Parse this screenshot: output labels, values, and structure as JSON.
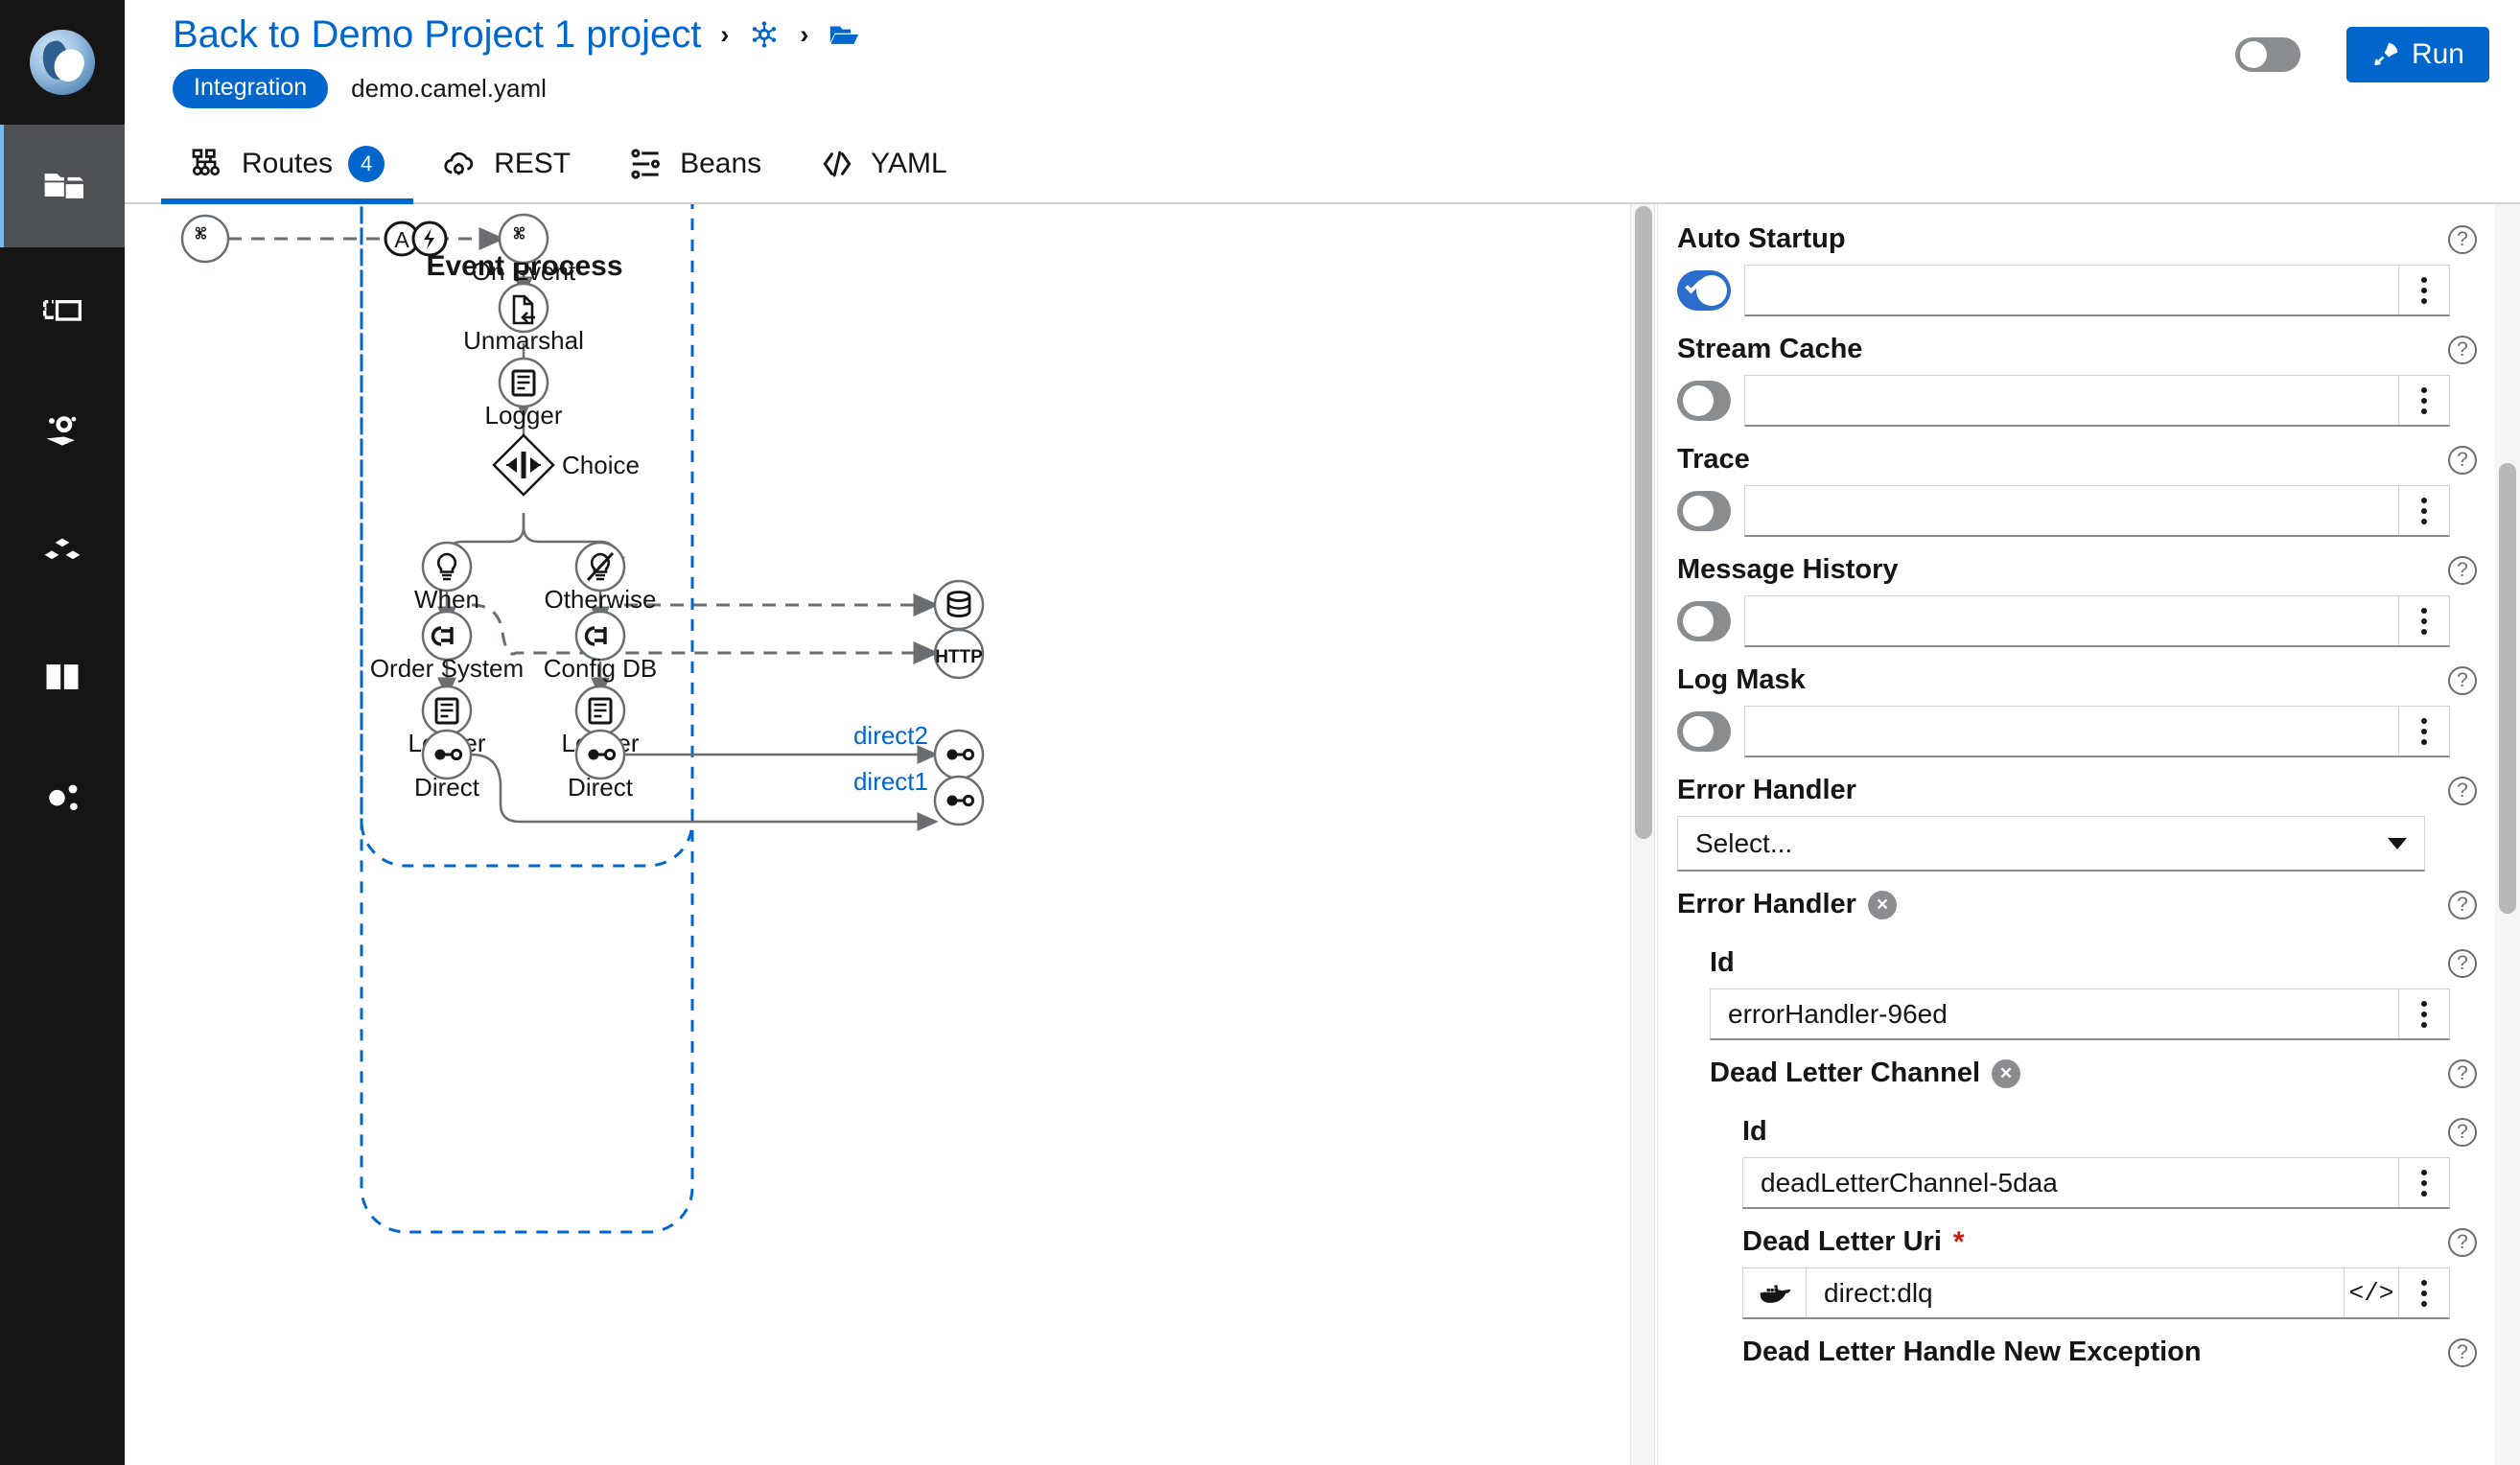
{
  "rail": {
    "logo_name": "camel-logo",
    "items": [
      {
        "name": "projects-icon",
        "active": true
      },
      {
        "name": "integrations-icon",
        "active": false
      },
      {
        "name": "configuration-icon",
        "active": false
      },
      {
        "name": "blocks-icon",
        "active": false
      },
      {
        "name": "knowledgebase-icon",
        "active": false
      },
      {
        "name": "settings-icon",
        "active": false
      }
    ]
  },
  "header": {
    "back_link": "Back to Demo Project 1 project",
    "separator": "›",
    "badge": "Integration",
    "filename": "demo.camel.yaml",
    "toggle_on": false,
    "run_label": "Run"
  },
  "tabs": [
    {
      "label": "Routes",
      "count": "4",
      "icon": "routes-icon",
      "active": true
    },
    {
      "label": "REST",
      "count": null,
      "icon": "rest-cloud-icon",
      "active": false
    },
    {
      "label": "Beans",
      "count": null,
      "icon": "beans-icon",
      "active": false
    },
    {
      "label": "YAML",
      "count": null,
      "icon": "yaml-code-icon",
      "active": false
    }
  ],
  "canvas": {
    "group_title": "Event process",
    "group_badges": [
      "A",
      "bolt"
    ],
    "entry_node": {
      "label": "",
      "icon": "kafka-icon"
    },
    "nodes": [
      {
        "id": "on-event",
        "label": "On Event",
        "icon": "kafka-icon"
      },
      {
        "id": "unmarshal",
        "label": "Unmarshal",
        "icon": "unmarshal-icon"
      },
      {
        "id": "logger-1",
        "label": "Logger",
        "icon": "log-icon"
      },
      {
        "id": "choice",
        "label": "Choice",
        "icon": "choice-icon"
      },
      {
        "id": "when",
        "label": "When",
        "icon": "bulb-icon"
      },
      {
        "id": "otherwise",
        "label": "Otherwise",
        "icon": "bulb-off-icon"
      },
      {
        "id": "order-system",
        "label": "Order System",
        "icon": "plug-icon"
      },
      {
        "id": "config-db",
        "label": "Config DB",
        "icon": "plug-icon"
      },
      {
        "id": "logger-2",
        "label": "Logger",
        "icon": "log-icon"
      },
      {
        "id": "logger-3",
        "label": "Logger",
        "icon": "log-icon"
      },
      {
        "id": "direct-left",
        "label": "Direct",
        "icon": "direct-icon"
      },
      {
        "id": "direct-right",
        "label": "Direct",
        "icon": "direct-icon"
      }
    ],
    "endpoints": [
      {
        "id": "db-endpoint",
        "label": "",
        "icon": "database-icon"
      },
      {
        "id": "http-endpoint",
        "label": "HTTP",
        "icon": "http-icon"
      },
      {
        "id": "direct2-endpoint",
        "label": "direct2",
        "icon": "direct-icon"
      },
      {
        "id": "direct1-endpoint",
        "label": "direct1",
        "icon": "direct-icon"
      }
    ]
  },
  "panel": {
    "fields": [
      {
        "id": "auto-startup",
        "label": "Auto Startup",
        "type": "toggle",
        "on": true,
        "value": ""
      },
      {
        "id": "stream-cache",
        "label": "Stream Cache",
        "type": "toggle",
        "on": false,
        "value": ""
      },
      {
        "id": "trace",
        "label": "Trace",
        "type": "toggle",
        "on": false,
        "value": ""
      },
      {
        "id": "message-history",
        "label": "Message History",
        "type": "toggle",
        "on": false,
        "value": ""
      },
      {
        "id": "log-mask",
        "label": "Log Mask",
        "type": "toggle",
        "on": false,
        "value": ""
      }
    ],
    "error_handler_select": {
      "label": "Error Handler",
      "placeholder": "Select..."
    },
    "error_handler_section": {
      "label": "Error Handler",
      "id_label": "Id",
      "id_value": "errorHandler-96ed"
    },
    "dead_letter_channel": {
      "label": "Dead Letter Channel",
      "id_label": "Id",
      "id_value": "deadLetterChannel-5daa",
      "uri_label": "Dead Letter Uri",
      "uri_required": "*",
      "uri_value": "direct:dlq",
      "handle_new_exception_label": "Dead Letter Handle New Exception"
    },
    "help_glyph": "?",
    "remove_glyph": "×"
  },
  "colors": {
    "brand_blue": "#0066cc",
    "toggle_on": "#2b6ccd",
    "rail_bg": "#151515",
    "required_red": "#c9190b",
    "link_blue": "#0066cc"
  }
}
